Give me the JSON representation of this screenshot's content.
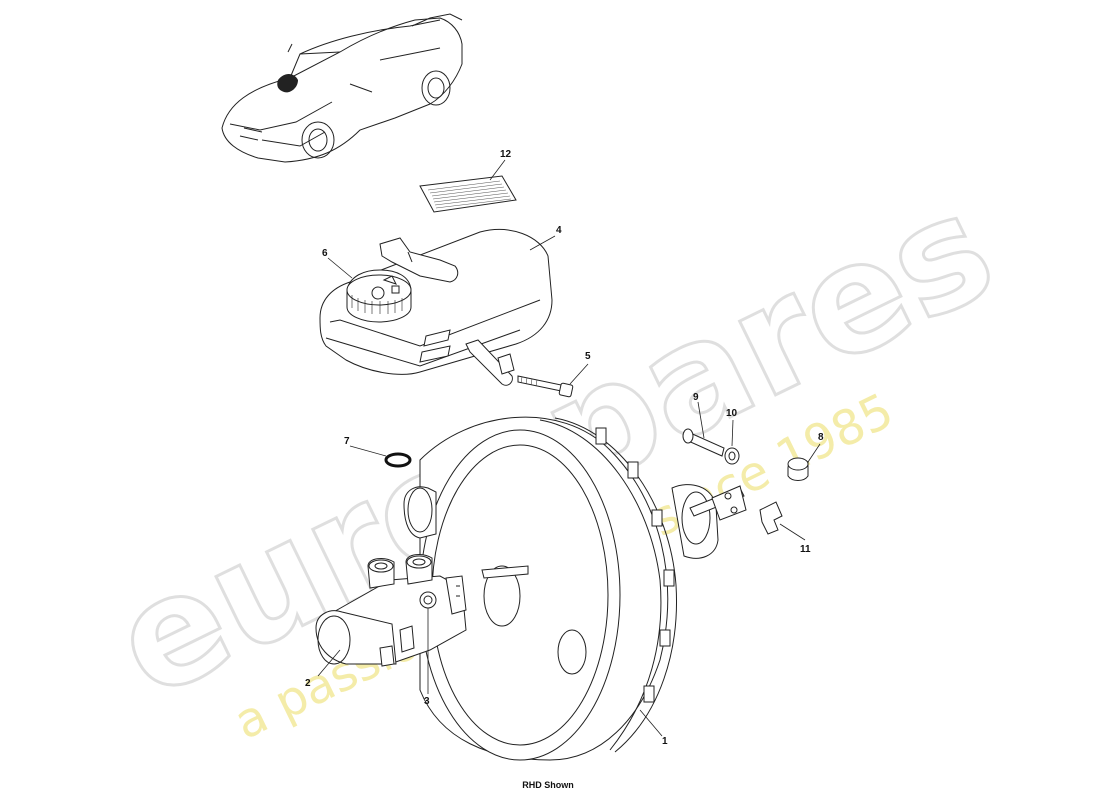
{
  "watermark": {
    "brand": "eurospares",
    "tagline": "a passion for parts since 1985"
  },
  "caption": "RHD Shown",
  "callouts": [
    {
      "id": "1",
      "label": "1"
    },
    {
      "id": "2",
      "label": "2"
    },
    {
      "id": "3",
      "label": "3"
    },
    {
      "id": "4",
      "label": "4"
    },
    {
      "id": "5",
      "label": "5"
    },
    {
      "id": "6",
      "label": "6"
    },
    {
      "id": "7",
      "label": "7"
    },
    {
      "id": "8",
      "label": "8"
    },
    {
      "id": "9",
      "label": "9"
    },
    {
      "id": "10",
      "label": "10"
    },
    {
      "id": "11",
      "label": "11"
    },
    {
      "id": "12",
      "label": "12"
    }
  ],
  "colors": {
    "line": "#222222",
    "watermark_outline": "#dcdcdc",
    "watermark_tagline": "#f3eba0"
  }
}
